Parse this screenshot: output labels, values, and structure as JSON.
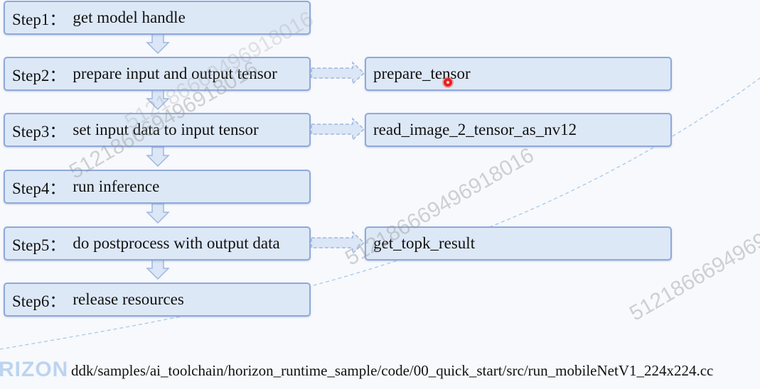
{
  "steps": [
    {
      "num": "Step1：",
      "desc": "get model handle"
    },
    {
      "num": "Step2：",
      "desc": "prepare input and output tensor"
    },
    {
      "num": "Step3：",
      "desc": "set input data to input tensor"
    },
    {
      "num": "Step4：",
      "desc": "run inference"
    },
    {
      "num": "Step5：",
      "desc": "do postprocess with output data"
    },
    {
      "num": "Step6：",
      "desc": "release resources"
    }
  ],
  "functions": {
    "step2": "prepare_tensor",
    "step3": "read_image_2_tensor_as_nv12",
    "step5": "get_topk_result"
  },
  "footer": {
    "logo": "RIZON",
    "path": "ddk/samples/ai_toolchain/horizon_runtime_sample/code/00_quick_start/src/run_mobileNetV1_224x224.cc"
  },
  "watermarks": [
    "512186669496918016",
    "512186669496918016",
    "512186669496918016",
    "512186669496918016"
  ],
  "colors": {
    "box_fill": "#dde8f7",
    "box_border": "#8fa9da",
    "arrow": "#b6caea"
  }
}
